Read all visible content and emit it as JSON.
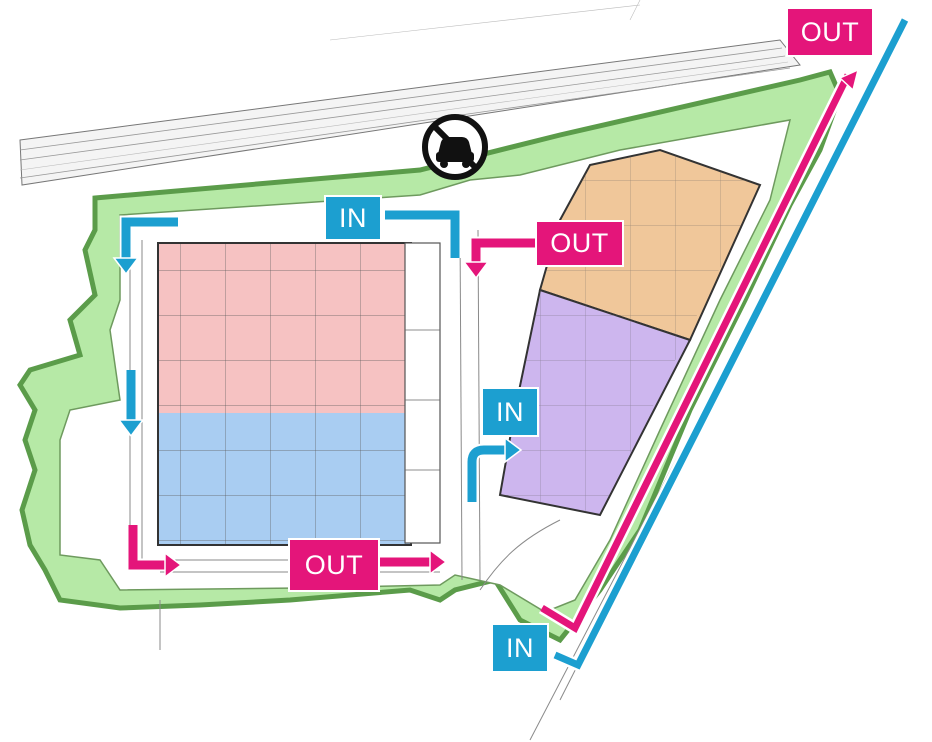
{
  "map": {
    "labels": {
      "out_top_right": "OUT",
      "in_top_left": "IN",
      "out_upper_middle": "OUT",
      "in_middle": "IN",
      "out_bottom": "OUT",
      "in_bottom_right": "IN"
    },
    "icons": {
      "no_parking": "no-car-sign-icon"
    },
    "colors": {
      "out": "#e4157a",
      "in": "#1c9fd0",
      "zone_pink": "#f6c2c2",
      "zone_blue": "#a9cdf2",
      "zone_orange": "#f0c79a",
      "zone_purple": "#cdb6ee",
      "greenery": "#b6e9a6",
      "green_border": "#5b9c4a"
    },
    "flows": {
      "left_building": [
        "in-top",
        "down-west-road",
        "out-bottom"
      ],
      "right_building": [
        "in-middle",
        "out-upper",
        "in-out-east-road"
      ]
    }
  }
}
